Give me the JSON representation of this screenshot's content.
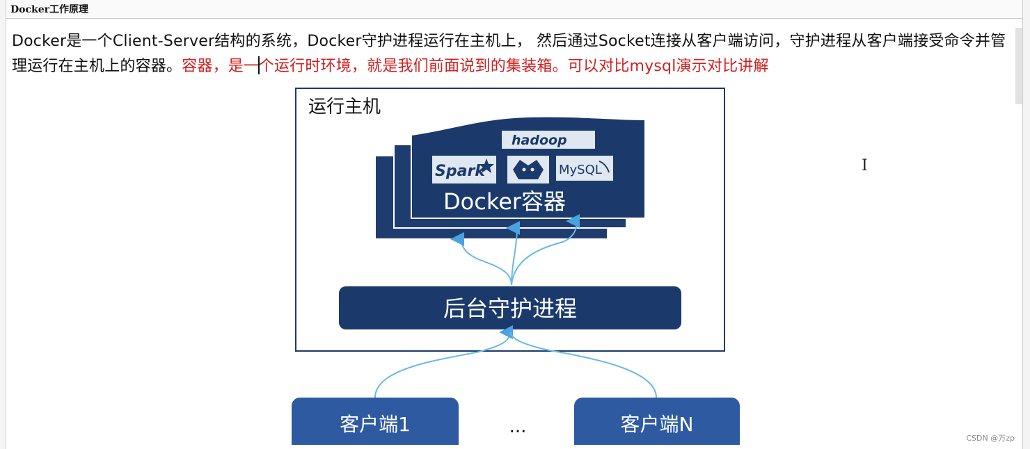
{
  "window": {
    "title": "Docker工作原理"
  },
  "paragraph": {
    "black_part": "Docker是一个Client-Server结构的系统，Docker守护进程运行在主机上， 然后通过Socket连接从客户端访问，守护进程从客户端接受命令并管理运行在主机上的容器。",
    "red_before_caret": "容器，是一",
    "red_after_caret": "个运行时环境，就是我们前面说到的集装箱。可以对比mysql演示对比讲解"
  },
  "diagram": {
    "host_label": "运行主机",
    "container_label": "Docker容器",
    "daemon_label": "后台守护进程",
    "client1_label": "客户端1",
    "clientN_label": "客户端N",
    "ellipsis": "...",
    "logos": {
      "hadoop": "hadoop",
      "spark": "Spark",
      "tomcat": "tomcat-icon",
      "mysql": "MySQL"
    },
    "colors": {
      "navy": "#1b3a6b",
      "client_blue": "#2d5aa0",
      "arrow": "#6ab8e8"
    }
  },
  "cursor_glyph": "I",
  "watermark": "CSDN @万zp"
}
